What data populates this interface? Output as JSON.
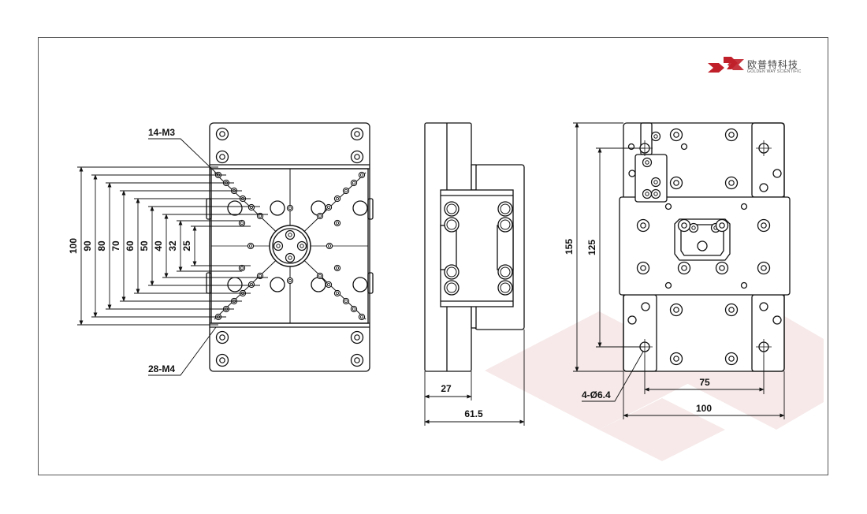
{
  "brand": {
    "name_cn": "欧普特科技",
    "name_en": "GOLDEN WAY SCIENTIFIC",
    "logo_color": "#c0202a"
  },
  "callouts": {
    "m3_holes": "14-M3",
    "m4_holes": "28-M4",
    "mount_holes": "4-Ø6.4"
  },
  "front_view_dims": [
    "100",
    "90",
    "80",
    "70",
    "60",
    "50",
    "40",
    "32",
    "25"
  ],
  "side_view_dims": {
    "inner_width": "27",
    "total_width": "61.5"
  },
  "top_view_dims": {
    "total_length": "155",
    "hole_spacing_length": "125",
    "hole_spacing_width": "75",
    "total_width": "100"
  },
  "colors": {
    "line": "#111111",
    "frame": "#555555",
    "watermark": "#f6e6e6"
  }
}
